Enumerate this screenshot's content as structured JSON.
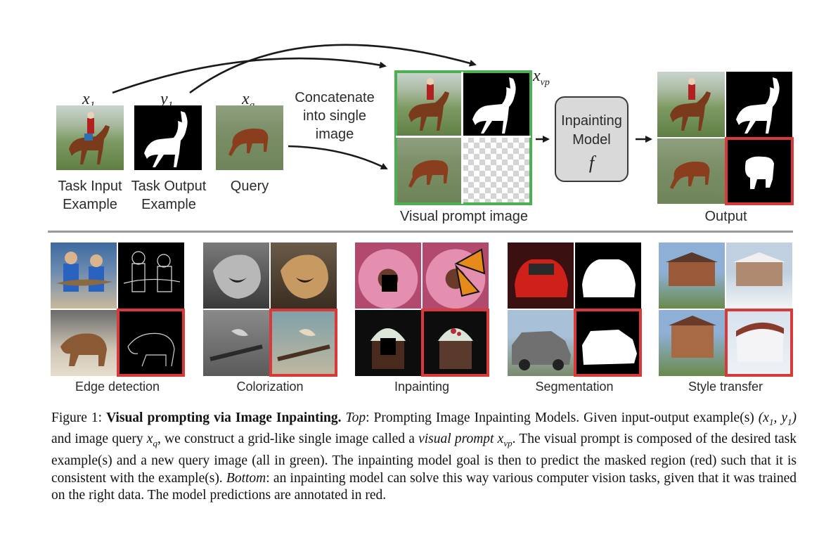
{
  "top": {
    "var_x1": "x",
    "var_x1_sub": "1",
    "var_y1": "y",
    "var_y1_sub": "1",
    "var_xq": "x",
    "var_xq_sub": "q",
    "var_xvp": "x",
    "var_xvp_sub": "vp",
    "label_task_input": "Task Input\nExample",
    "label_task_output": "Task Output\nExample",
    "label_query": "Query",
    "label_concat": "Concatenate\ninto single\nimage",
    "label_visual_prompt": "Visual prompt image",
    "model_label": "Inpainting\nModel",
    "model_symbol": "f",
    "label_output": "Output"
  },
  "bottom": {
    "tasks": [
      {
        "label": "Edge detection"
      },
      {
        "label": "Colorization"
      },
      {
        "label": "Inpainting"
      },
      {
        "label": "Segmentation"
      },
      {
        "label": "Style transfer"
      }
    ]
  },
  "caption": {
    "fig": "Figure 1: ",
    "title": "Visual prompting via Image Inpainting.",
    "top_word": "Top",
    "part1": ": Prompting Image Inpainting Models. Given input-output example(s) ",
    "m1": "(x",
    "m1s": "1",
    "m1b": ", y",
    "m1bs": "1",
    "m1c": ")",
    "part2": " and image query ",
    "m2": "x",
    "m2s": "q",
    "part3": ", we construct a grid-like single image called a ",
    "vp_term": "visual prompt",
    "m3": "x",
    "m3s": "vp",
    "part4": ". The visual prompt is composed of the desired task example(s) and a new query image (all in green). The inpainting model goal is then to predict the masked region (red) such that it is consistent with the example(s).",
    "bottom_word": "Bottom",
    "part5": ": an inpainting model can solve this way various computer vision tasks, given that it was trained on the right data. The model predictions are annotated in red."
  },
  "colors": {
    "prompt_border": "#4caf50",
    "prediction_border": "#d83a3a",
    "model_box_fill": "#d9d9d9",
    "divider": "#9a9a9a"
  }
}
